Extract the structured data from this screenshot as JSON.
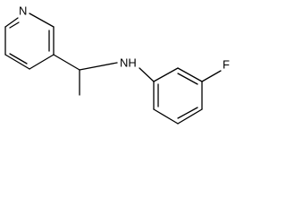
{
  "molecule": {
    "atoms": {
      "pyridine_nitrogen": "N",
      "amine": "NH",
      "fluorine": "F"
    }
  }
}
